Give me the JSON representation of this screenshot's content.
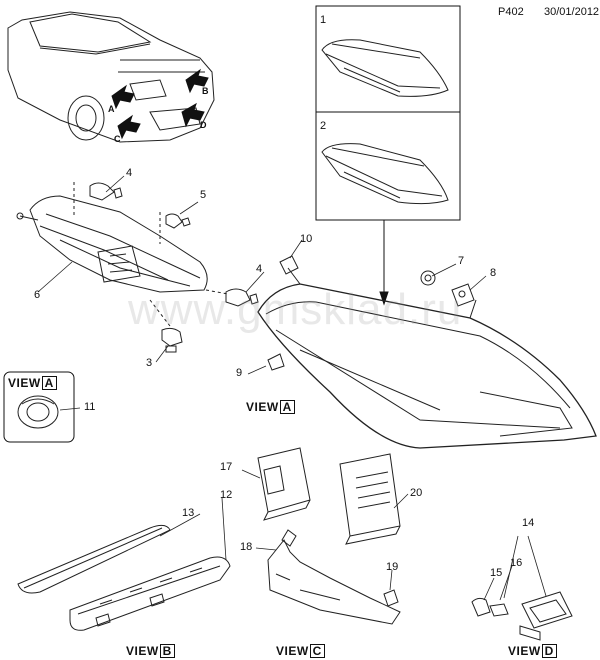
{
  "header": {
    "ref": "P402",
    "date": "30/01/2012"
  },
  "inset": {
    "option1": "1",
    "option2": "2"
  },
  "callouts": [
    "1",
    "2",
    "3",
    "4",
    "4",
    "5",
    "6",
    "7",
    "8",
    "9",
    "10",
    "11",
    "12",
    "13",
    "14",
    "15",
    "16",
    "17",
    "18",
    "19",
    "20"
  ],
  "car_markers": [
    "A",
    "B",
    "C",
    "D"
  ],
  "views": {
    "a_main": {
      "word": "VIEW",
      "letter": "A"
    },
    "a_left": {
      "word": "VIEW",
      "letter": "A"
    },
    "b": {
      "word": "VIEW",
      "letter": "B"
    },
    "c": {
      "word": "VIEW",
      "letter": "C"
    },
    "d": {
      "word": "VIEW",
      "letter": "D"
    }
  },
  "watermark": "www.gmsklad.ru"
}
